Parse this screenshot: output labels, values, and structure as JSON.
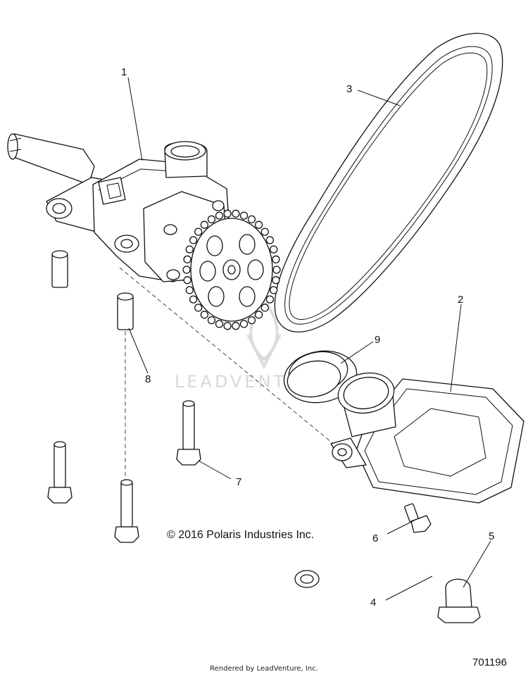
{
  "callouts": [
    "1",
    "2",
    "3",
    "4",
    "5",
    "6",
    "7",
    "8",
    "9"
  ],
  "copyright": "© 2016 Polaris Industries Inc.",
  "watermark": "LEADVENTURE",
  "footer": "Rendered by LeadVenture, Inc.",
  "document_number": "701196"
}
